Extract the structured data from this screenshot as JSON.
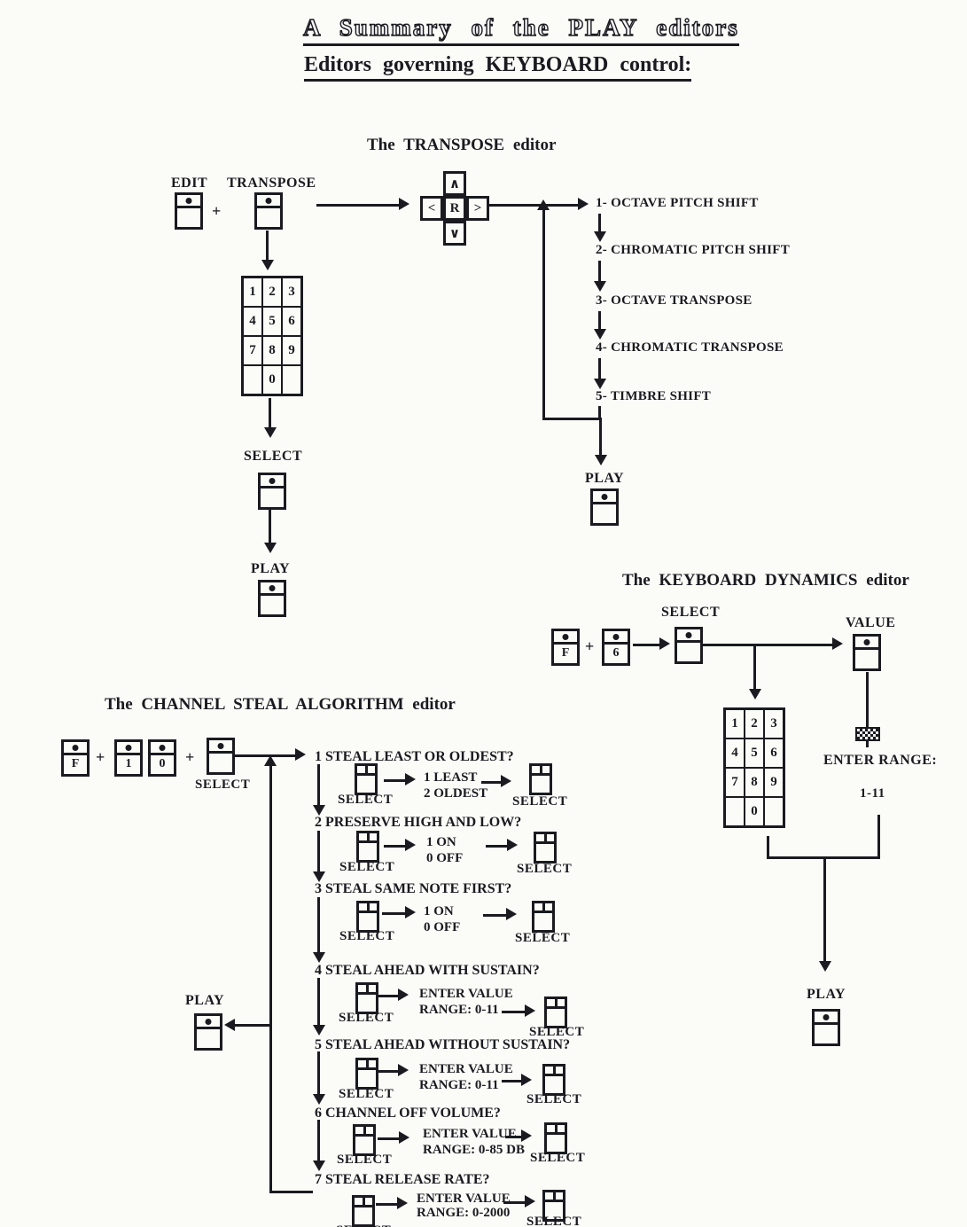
{
  "page": {
    "title": "A Summary of the PLAY editors",
    "subtitle": "Editors governing KEYBOARD control:"
  },
  "labels": {
    "select": "SELECT",
    "play": "PLAY",
    "value": "VALUE",
    "edit": "EDIT",
    "transpose": "TRANSPOSE",
    "plus": "+",
    "enter_range": "ENTER RANGE:",
    "range_1_11": "1-11"
  },
  "keys": {
    "f": "F",
    "one": "1",
    "zero": "0",
    "six": "6"
  },
  "cross": {
    "up": "∧",
    "left": "<",
    "center": "R",
    "right": ">",
    "down": "∨"
  },
  "keypad": {
    "cells": [
      "1",
      "2",
      "3",
      "4",
      "5",
      "6",
      "7",
      "8",
      "9",
      "",
      "0",
      ""
    ]
  },
  "transpose_editor": {
    "title": "The TRANSPOSE editor",
    "items": [
      "1- OCTAVE PITCH SHIFT",
      "2- CHROMATIC PITCH SHIFT",
      "3- OCTAVE TRANSPOSE",
      "4- CHROMATIC TRANSPOSE",
      "5- TIMBRE SHIFT"
    ]
  },
  "dynamics_editor": {
    "title": "The KEYBOARD DYNAMICS editor"
  },
  "steal_editor": {
    "title": "The CHANNEL STEAL ALGORITHM editor",
    "rows": [
      {
        "q": "1 STEAL LEAST OR OLDEST?",
        "v1": "1 LEAST",
        "v2": "2 OLDEST"
      },
      {
        "q": "2 PRESERVE HIGH AND LOW?",
        "v1": "1 ON",
        "v2": "0 OFF"
      },
      {
        "q": "3 STEAL SAME NOTE FIRST?",
        "v1": "1 ON",
        "v2": "0 OFF"
      },
      {
        "q": "4 STEAL AHEAD WITH SUSTAIN?",
        "v1": "ENTER VALUE",
        "v2": "RANGE: 0-11"
      },
      {
        "q": "5 STEAL AHEAD WITHOUT SUSTAIN?",
        "v1": "ENTER VALUE",
        "v2": "RANGE: 0-11"
      },
      {
        "q": "6 CHANNEL OFF VOLUME?",
        "v1": "ENTER VALUE",
        "v2": "RANGE: 0-85 DB"
      },
      {
        "q": "7 STEAL RELEASE RATE?",
        "v1": "ENTER VALUE",
        "v2": "RANGE: 0-2000"
      }
    ]
  },
  "colors": {
    "ink": "#1a1a20",
    "paper": "#fbfbf8"
  }
}
